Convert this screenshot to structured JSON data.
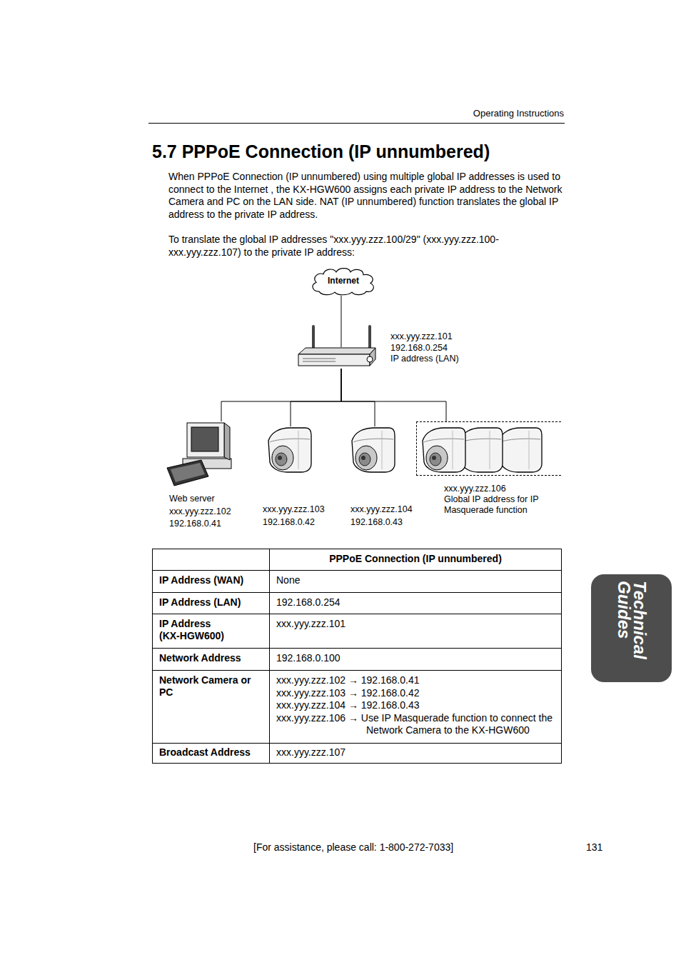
{
  "diagram": {
    "title": "5.7 PPPoE Connection (IP unnumbered)",
    "nodes": [
      {
        "text": [
          "Internet"
        ]
      },
      {
        "text": [
          "xxx.yyy.zzz.101",
          "192.168.0.254",
          "IP address (LAN)"
        ]
      },
      {
        "text": [
          "Web server",
          "xxx.yyy.zzz.102",
          "192.168.0.41"
        ]
      },
      {
        "text": [
          "xxx.yyy.zzz.103",
          "192.168.0.42"
        ]
      },
      {
        "text": [
          "xxx.yyy.zzz.104",
          "192.168.0.43"
        ]
      },
      {
        "text": [
          "xxx.yyy.zzz.106",
          "Global IP address for IP Masquerade function"
        ]
      }
    ],
    "edges": [
      {
        "from": 0,
        "to": 1,
        "arrow": "none"
      },
      {
        "from": 1,
        "to": 2,
        "arrow": "none"
      },
      {
        "from": 1,
        "to": 3,
        "arrow": "none"
      },
      {
        "from": 1,
        "to": 4,
        "arrow": "none"
      },
      {
        "from": 1,
        "to": 5,
        "arrow": "none"
      }
    ],
    "labels": [
      "Operating Instructions",
      "When PPPoE Connection (IP unnumbered) using multiple global IP addresses is used to connect to the Internet , the KX-HGW600 assigns each private IP address to the Network Camera and PC on the LAN side. NAT (IP unnumbered) function translates the global IP address to the private IP address.",
      "To translate the global IP addresses \"xxx.yyy.zzz.100/29\" (xxx.yyy.zzz.100-xxx.yyy.zzz.107) to the private IP address:",
      "PPPoE Connection (IP unnumbered)",
      "IP Address (WAN)",
      "None",
      "IP Address (LAN)",
      "192.168.0.254",
      "IP Address (KX-HGW600)",
      "xxx.yyy.zzz.101",
      "Network Address",
      "192.168.0.100",
      "Network Camera or PC",
      "xxx.yyy.zzz.102 → 192.168.0.41",
      "xxx.yyy.zzz.103 → 192.168.0.42",
      "xxx.yyy.zzz.104 → 192.168.0.43",
      "xxx.yyy.zzz.106 → Use IP Masquerade function to connect the Network Camera to the KX-HGW600",
      "Broadcast Address",
      "xxx.yyy.zzz.107",
      "[For assistance, please call: 1-800-272-7033]",
      "131",
      "Technical Guides"
    ]
  }
}
